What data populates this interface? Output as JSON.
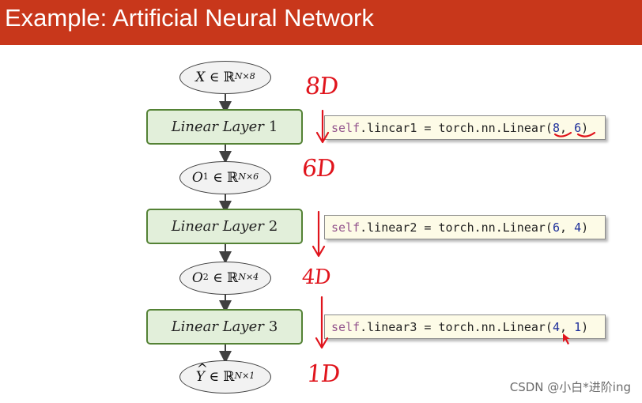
{
  "slide_title": "Example: Artificial Neural Network",
  "nodes": [
    {
      "var": "X",
      "hat": false,
      "sup": "",
      "dims": "N×8",
      "label": "X ∈ ℝ^N×8"
    },
    {
      "var": "O",
      "hat": false,
      "sup": "1",
      "dims": "N×6",
      "label": "O^1 ∈ ℝ^N×6"
    },
    {
      "var": "O",
      "hat": false,
      "sup": "2",
      "dims": "N×4",
      "label": "O^2 ∈ ℝ^N×4"
    },
    {
      "var": "Y",
      "hat": true,
      "sup": "",
      "dims": "N×1",
      "label": "Ŷ ∈ ℝ^N×1"
    }
  ],
  "layers": [
    {
      "name": "Linear Layer",
      "index": "1"
    },
    {
      "name": "Linear Layer",
      "index": "2"
    },
    {
      "name": "Linear Layer",
      "index": "3"
    }
  ],
  "code_lines": [
    {
      "self": "self",
      "rest": ".lincar1 = torch.nn.Linear(",
      "a": "8",
      "sep": ", ",
      "b": "6",
      "close": ")"
    },
    {
      "self": "self",
      "rest": ".linear2 = torch.nn.Linear(",
      "a": "6",
      "sep": ", ",
      "b": "4",
      "close": ")"
    },
    {
      "self": "self",
      "rest": ".linear3 = torch.nn.Linear(",
      "a": "4",
      "sep": ", ",
      "b": "1",
      "close": ")"
    }
  ],
  "handwritten": [
    "8D",
    "6D",
    "4D",
    "1D"
  ],
  "watermark": "CSDN @小白*进阶ing",
  "colors": {
    "title_bar": "#c8371b",
    "layer_fill": "#e2efda",
    "layer_border": "#548235",
    "code_bg": "#fdfbe7",
    "annotation_red": "#e0141c"
  }
}
